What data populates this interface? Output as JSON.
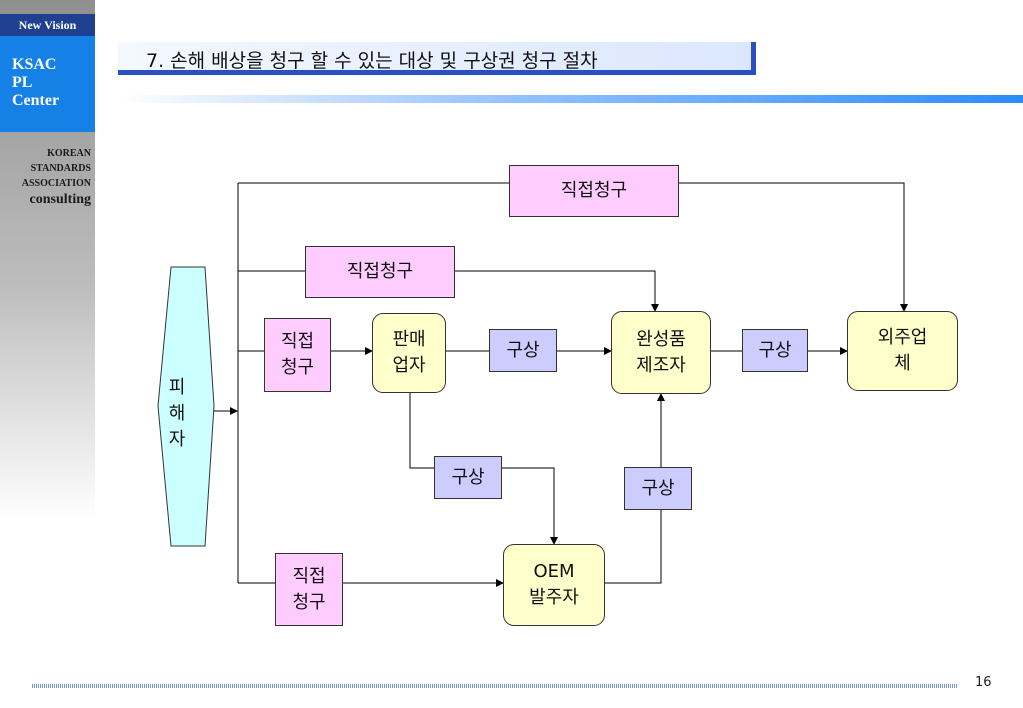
{
  "sidebar": {
    "new_vision": "New Vision",
    "ksac_lines": [
      "KSAC",
      "PL",
      "Center"
    ],
    "assoc_lines": [
      "KOREAN",
      "STANDARDS",
      "ASSOCIATION"
    ],
    "consulting": "consulting"
  },
  "title": "7. 손해 배상을 청구 할 수 있는 대상 및 구상권 청구 절차",
  "diagram": {
    "victim": "피\n해\n자",
    "direct_claim": "직접청구",
    "direct_claim_two_line": "직접\n청구",
    "recourse": "구상",
    "seller": "판매\n업자",
    "manufacturer": "완성품\n제조자",
    "subcontractor": "외주업\n체",
    "oem": "OEM\n발주자"
  },
  "page_number": "16"
}
